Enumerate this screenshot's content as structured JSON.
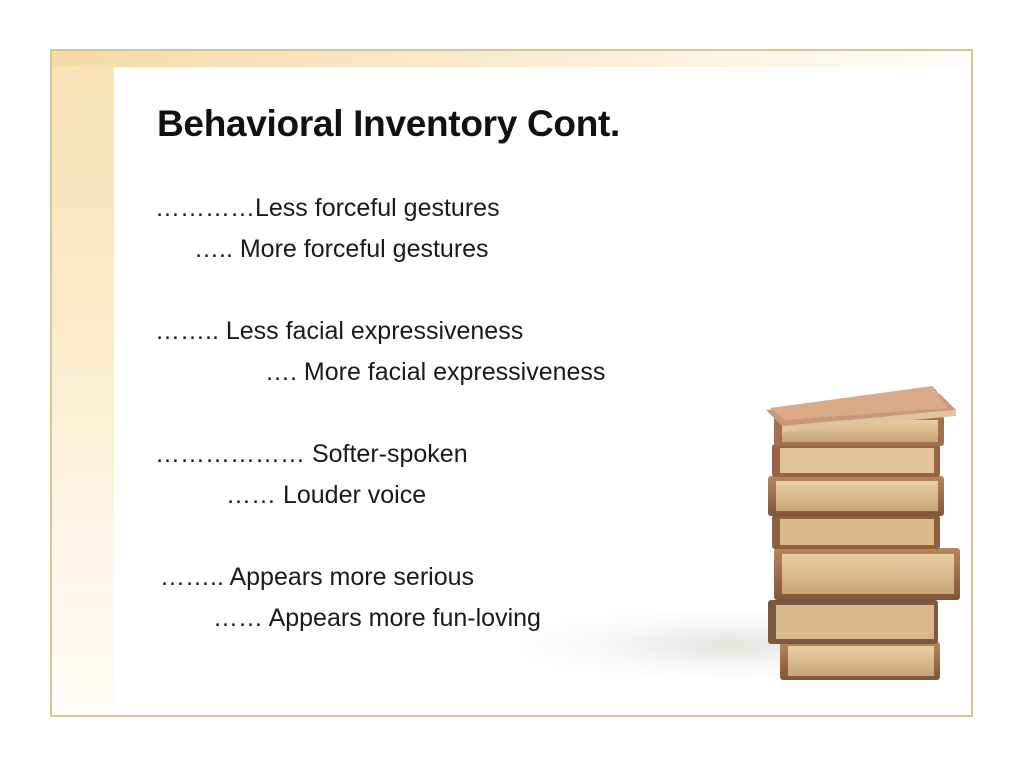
{
  "slide": {
    "title": "Behavioral Inventory Cont.",
    "bullet_glyph": "",
    "lines": [
      {
        "dots": "…………",
        "text": "Less forceful gestures"
      },
      {
        "dots": "….. ",
        "text": "More forceful gestures"
      },
      {
        "dots": "…….. ",
        "text": "Less facial expressiveness"
      },
      {
        "dots": "…. ",
        "text": "More facial expressiveness"
      },
      {
        "dots": "……………… ",
        "text": "Softer-spoken"
      },
      {
        "dots": "…… ",
        "text": "Louder voice"
      },
      {
        "dots": "…….. ",
        "text": "Appears more serious"
      },
      {
        "dots": "…… ",
        "text": "Appears more fun-loving"
      }
    ]
  },
  "decoration": {
    "image": "stack-of-books-illustration",
    "frame_color": "#d7c594",
    "accent_gradient": "#f7e0b4"
  }
}
